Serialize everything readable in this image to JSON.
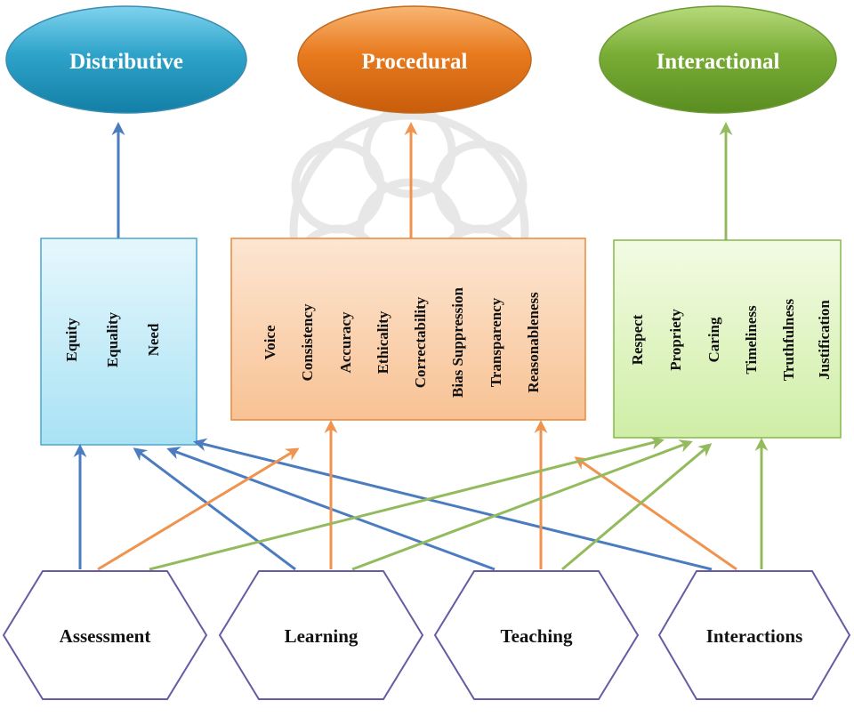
{
  "justice_types": [
    {
      "label": "Distributive",
      "color": "#2ea3c9"
    },
    {
      "label": "Procedural",
      "color": "#e87a1e"
    },
    {
      "label": "Interactional",
      "color": "#79ad36"
    }
  ],
  "components": {
    "distributive": [
      "Equity",
      "Equality",
      "Need"
    ],
    "procedural": [
      "Voice",
      "Consistency",
      "Accuracy",
      "Ethicality",
      "Correctability",
      "Bias Suppression",
      "Transparency",
      "Reasonableness"
    ],
    "interactional": [
      "Respect",
      "Propriety",
      "Caring",
      "Timeliness",
      "Truthfulness",
      "Justification"
    ]
  },
  "domains": [
    "Assessment",
    "Learning",
    "Teaching",
    "Interactions"
  ],
  "colors": {
    "blue_line": "#4a7cbf",
    "orange_line": "#f0934f",
    "green_line": "#93bb5d",
    "hex_stroke": "#6a5aa3",
    "watermark": "#cfcfcf"
  }
}
